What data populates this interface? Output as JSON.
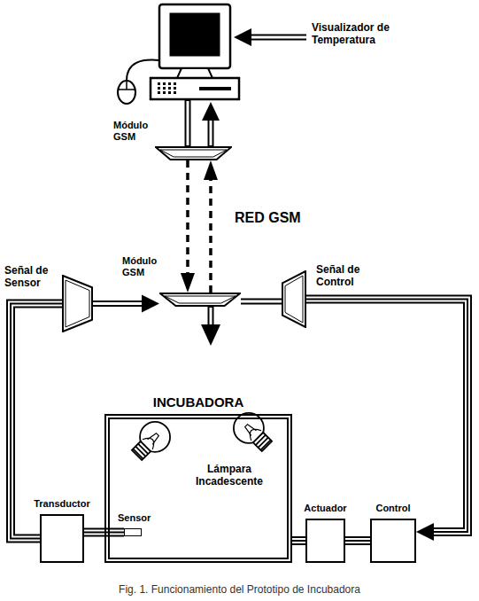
{
  "diagram": {
    "caption": "Fig. 1. Funcionamiento del Prototipo de Incubadora",
    "nodes": [
      {
        "text": [
          "Módulo GSM"
        ]
      },
      {
        "text": [
          "Módulo GSM"
        ]
      },
      {
        "text": [
          "Señal de Sensor"
        ]
      },
      {
        "text": [
          "Señal de Control"
        ]
      },
      {
        "text": [
          "INCUBADORA"
        ]
      },
      {
        "text": [
          "Sensor"
        ],
        "in": 4
      },
      {
        "text": [
          "Transductor"
        ]
      },
      {
        "text": [
          "Actuador"
        ]
      },
      {
        "text": [
          "Control"
        ]
      }
    ],
    "edges": [
      {
        "from": 0,
        "to": 1,
        "arrow": "to"
      },
      {
        "from": 1,
        "to": 0,
        "arrow": "to"
      },
      {
        "from": 2,
        "to": 1,
        "arrow": "to"
      },
      {
        "from": 1,
        "to": 3,
        "arrow": "none"
      },
      {
        "from": 6,
        "to": 2,
        "arrow": "none"
      },
      {
        "from": 5,
        "to": 6,
        "arrow": "none"
      },
      {
        "from": 3,
        "to": 8,
        "arrow": "to"
      },
      {
        "from": 8,
        "to": 7,
        "arrow": "none"
      },
      {
        "from": 7,
        "to": 4,
        "arrow": "none"
      }
    ],
    "labels": [
      "Visualizador de Temperatura",
      "RED GSM",
      "Lámpara Incadescente"
    ]
  }
}
